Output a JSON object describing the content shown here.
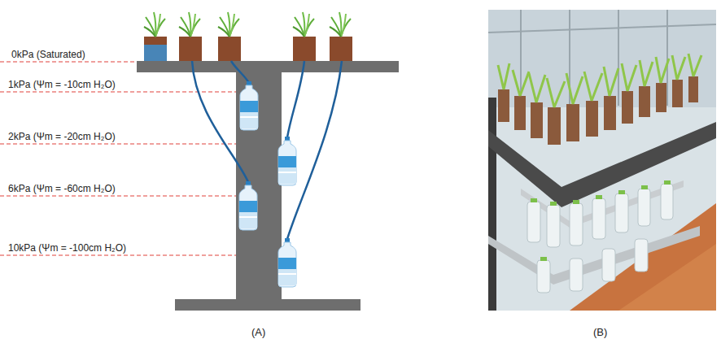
{
  "diagram": {
    "labels": [
      "0kPa (Saturated)",
      "1kPa (Ψm = -10cm H₂O)",
      "2kPa (Ψm = -20cm H₂O)",
      "6kPa (Ψm = -60cm H₂O)",
      "10kPa (Ψm = -100cm H₂O)",
      "(A)",
      "(B)"
    ]
  }
}
